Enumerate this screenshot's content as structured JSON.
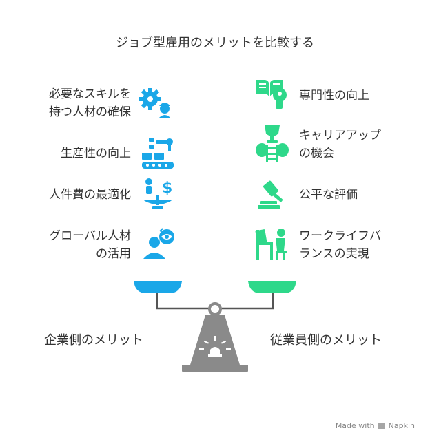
{
  "title": "ジョブ型雇用のメリットを比較する",
  "left": {
    "label": "企業側のメリット",
    "color": "#1aa7e8",
    "items": [
      {
        "text": "必要なスキルを\n持つ人材の確保",
        "icon": "gear-worker-icon"
      },
      {
        "text": "生産性の向上",
        "icon": "conveyor-robot-icon"
      },
      {
        "text": "人件費の最適化",
        "icon": "balance-money-icon"
      },
      {
        "text": "グローバル人材\nの活用",
        "icon": "global-person-icon"
      }
    ]
  },
  "right": {
    "label": "従業員側のメリット",
    "color": "#2ed88a",
    "items": [
      {
        "text": "専門性の向上",
        "icon": "book-head-icon"
      },
      {
        "text": "キャリアアップ\nの機会",
        "icon": "trophy-ladder-icon"
      },
      {
        "text": "公平な評価",
        "icon": "gavel-icon"
      },
      {
        "text": "ワークライフバ\nランスの実現",
        "icon": "desk-worker-icon"
      }
    ]
  },
  "footer": {
    "made_with": "Made with",
    "brand": "Napkin"
  }
}
